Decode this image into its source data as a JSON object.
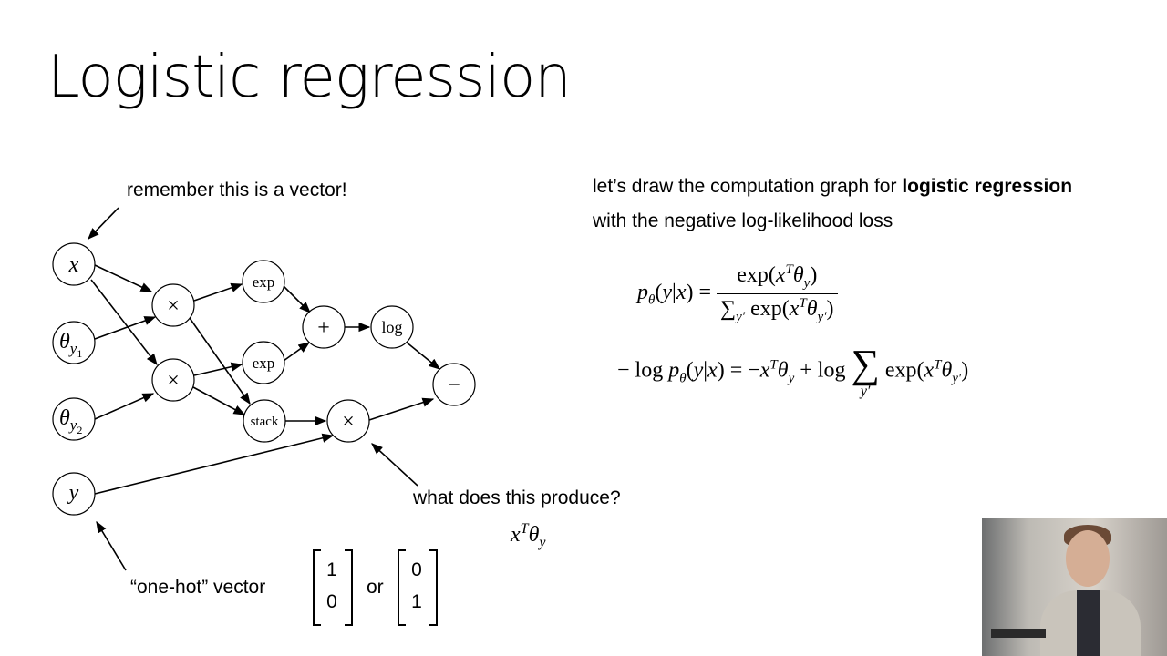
{
  "slide": {
    "title": "Logistic regression"
  },
  "annotations": {
    "vector_note": "remember this is a vector!",
    "produce_question": "what does this produce?",
    "onehot_label": "“one-hot” vector",
    "or_word": "or"
  },
  "intro": {
    "line1_plain": "let’s draw the computation graph for ",
    "line1_bold": "logistic regression",
    "line2": "with the negative log-likelihood loss"
  },
  "graph": {
    "nodes": {
      "x": "x",
      "theta1": "θ",
      "theta1_sub": "y",
      "theta1_subsub": "1",
      "theta2": "θ",
      "theta2_sub": "y",
      "theta2_subsub": "2",
      "y": "y",
      "times1": "×",
      "times2": "×",
      "exp1": "exp",
      "exp2": "exp",
      "stack": "stack",
      "plus": "+",
      "log": "log",
      "times3": "×",
      "minus": "−"
    }
  },
  "answer": {
    "base": "x",
    "sup": "T",
    "theta": "θ",
    "sub": "y"
  },
  "onehot_vectors": [
    [
      "1",
      "0"
    ],
    [
      "0",
      "1"
    ]
  ],
  "colors": {
    "background": "#ffffff",
    "ink": "#000000"
  }
}
